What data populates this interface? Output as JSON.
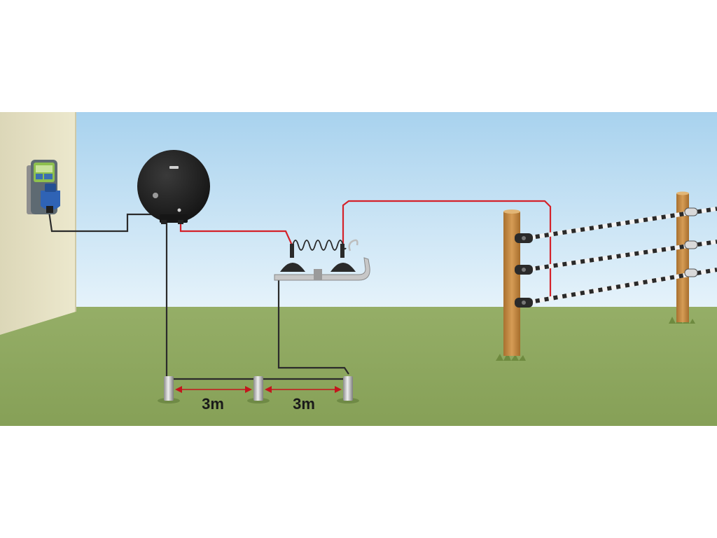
{
  "diagram": {
    "spacing": [
      {
        "label": "3m"
      },
      {
        "label": "3m"
      }
    ],
    "energizer_brand": "",
    "colors": {
      "sky_top": "#a9d3ee",
      "sky_bottom": "#e6f3fb",
      "grass": "#8fa85f",
      "grass_far": "#94ae66",
      "wall": "#e8e3c6",
      "live_wire": "#d4222a",
      "earth_wire": "#2b2b2b",
      "energizer": "#1c1c1c",
      "post_wood": "#c98f45",
      "insulator": "#2a2a2a",
      "dimension_arrow": "#c4161c"
    },
    "icons": [
      "power-socket-icon",
      "energizer-unit",
      "lightning-diverter",
      "earth-rod",
      "fence-post",
      "polytape-wire"
    ]
  }
}
